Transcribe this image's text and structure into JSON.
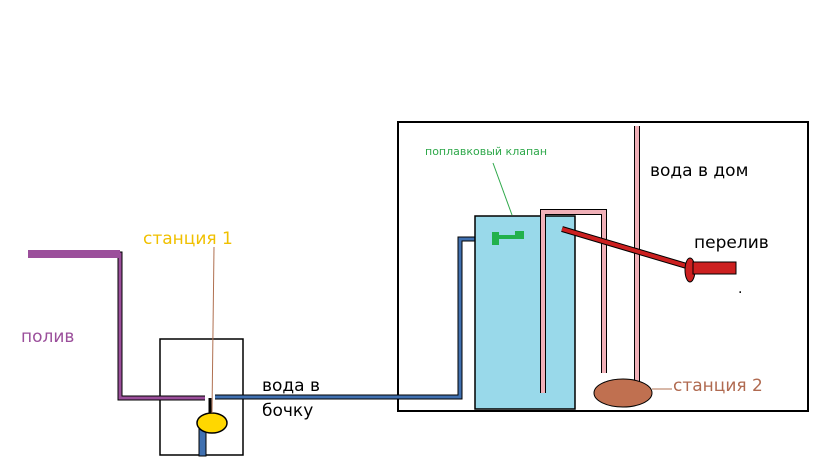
{
  "labels": {
    "station1": "станция 1",
    "poliv": "полив",
    "voda_v_bochku": "вода в бочку",
    "float_valve": "поплавковый клапан",
    "voda_v_dom": "вода в дом",
    "pereliv": "перелив",
    "station2": "станция 2",
    "dot": "."
  },
  "colors": {
    "station1_label": "#f0c000",
    "poliv_label": "#9b4f9b",
    "float_valve_label": "#2ea84a",
    "station2_label": "#b06a50",
    "text": "#000000",
    "tank_fill": "#99d9ea",
    "pump1_fill": "#ffd700",
    "pump2_fill": "#c07050",
    "pipe_blue": "#4070b0",
    "pipe_purple": "#9b4f9b",
    "pipe_red": "#cc2020",
    "pipe_pink": "#f0b0b8",
    "valve_green": "#22b14c"
  }
}
